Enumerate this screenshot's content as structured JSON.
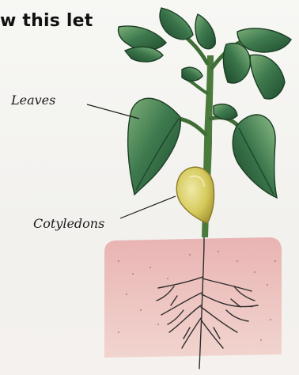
{
  "header": {
    "text": "w this let"
  },
  "labels": {
    "leaves": "Leaves",
    "cotyledons": "Cotyledons"
  },
  "colors": {
    "leaf_dark": "#1f4d2e",
    "leaf_mid": "#3e7a4e",
    "leaf_light": "#8fbf8a",
    "stem": "#3f6d36",
    "cotyledon": "#d9cf6a",
    "cotyledon_edge": "#8a7a26",
    "soil": "#e9b8b4",
    "root": "#2d2d2d"
  }
}
